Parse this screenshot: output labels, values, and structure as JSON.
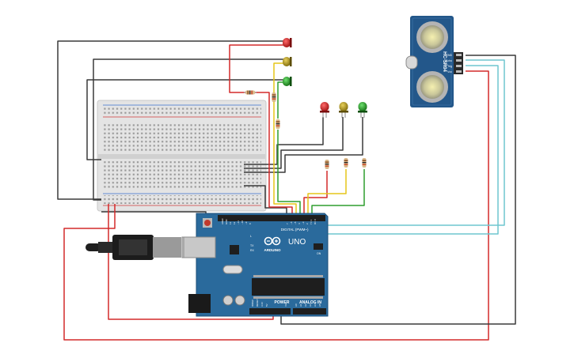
{
  "board": {
    "brand": "ARDUINO",
    "model": "UNO",
    "digital_header_label": "DIGITAL (PWM~)",
    "power_label": "POWER",
    "analog_label": "ANALOG IN",
    "aref": "AREF",
    "gnd": "GND",
    "tx": "TX",
    "rx": "RX",
    "on": "ON",
    "l": "L",
    "pin_13": "13",
    "pin_12": "12",
    "pin_11": "~11",
    "pin_10": "~10",
    "pin_9": "~9",
    "pin_8": "8",
    "pin_7": "7",
    "pin_6": "~6",
    "pin_5": "~5",
    "pin_4": "4",
    "pin_3": "~3",
    "pin_2": "2",
    "pin_1": "TX 1",
    "pin_0": "RX 0",
    "ioref": "IOREF",
    "reset": "RESET",
    "v33": "3.3V",
    "v5": "5V",
    "vin": "Vin",
    "a0": "A0",
    "a1": "A1",
    "a2": "A2",
    "a3": "A3",
    "a4": "A4",
    "a5": "A5"
  },
  "sensor": {
    "model": "HC-SR04",
    "pin_vcc": "Vcc",
    "pin_trig": "Trig",
    "pin_echo": "Echo",
    "pin_gnd": "GND"
  },
  "colors": {
    "wire_black": "#3a3a3a",
    "wire_red": "#d42a2a",
    "wire_yellow": "#e6c619",
    "wire_green": "#2e9e2e",
    "wire_cyan": "#6fc6cf",
    "board": "#2a6a9c",
    "sensor": "#23578a",
    "led_red": "#c41e1e",
    "led_yellow": "#a8941a",
    "led_green": "#2a9a2a"
  }
}
